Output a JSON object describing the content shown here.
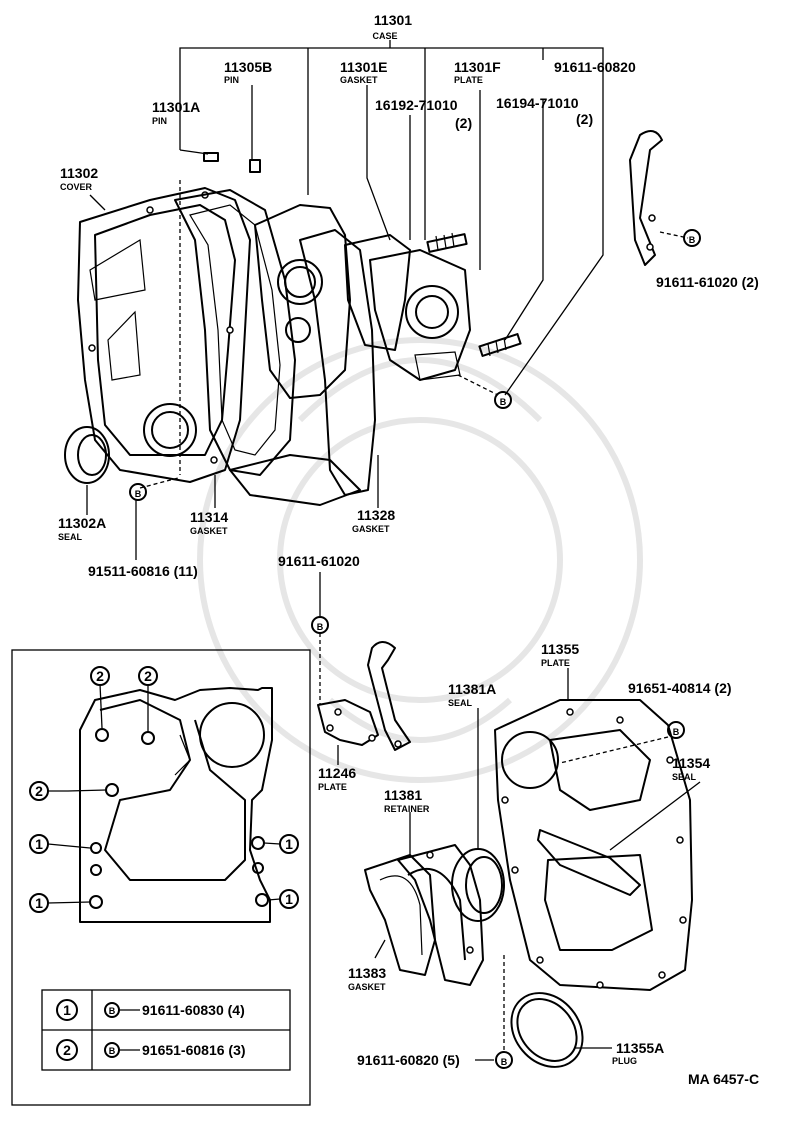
{
  "diagram_code": "MA 6457-C",
  "parts": {
    "p11301": {
      "num": "11301",
      "name": "CASE"
    },
    "p11305B": {
      "num": "11305B",
      "name": "PIN"
    },
    "p11301E": {
      "num": "11301E",
      "name": "GASKET"
    },
    "p11301F": {
      "num": "11301F",
      "name": "PLATE"
    },
    "p91611_60820": {
      "num": "91611-60820"
    },
    "p11301A": {
      "num": "11301A",
      "name": "PIN"
    },
    "p16192": {
      "num": "16192-71010",
      "qty": "(2)"
    },
    "p16194": {
      "num": "16194-71010",
      "qty": "(2)"
    },
    "p11302": {
      "num": "11302",
      "name": "COVER"
    },
    "p91611_61020_2": {
      "num": "91611-61020 (2)"
    },
    "p11302A": {
      "num": "11302A",
      "name": "SEAL"
    },
    "p11314": {
      "num": "11314",
      "name": "GASKET"
    },
    "p11328": {
      "num": "11328",
      "name": "GASKET"
    },
    "p91511": {
      "num": "91511-60816 (11)"
    },
    "p91611_61020": {
      "num": "91611-61020"
    },
    "p11355": {
      "num": "11355",
      "name": "PLATE"
    },
    "p91651_40814": {
      "num": "91651-40814 (2)"
    },
    "p11381A": {
      "num": "11381A",
      "name": "SEAL"
    },
    "p11354": {
      "num": "11354",
      "name": "SEAL"
    },
    "p11246": {
      "num": "11246",
      "name": "PLATE"
    },
    "p11381": {
      "num": "11381",
      "name": "RETAINER"
    },
    "p11383": {
      "num": "11383",
      "name": "GASKET"
    },
    "p91611_60820_5": {
      "num": "91611-60820 (5)"
    },
    "p11355A": {
      "num": "11355A",
      "name": "PLUG"
    }
  },
  "bolt_symbol": "B",
  "inset": {
    "callouts": [
      "1",
      "2"
    ],
    "legend": [
      {
        "key": "1",
        "symbol": "B",
        "text": "91611-60830 (4)"
      },
      {
        "key": "2",
        "symbol": "B",
        "text": "91651-60816 (3)"
      }
    ]
  }
}
